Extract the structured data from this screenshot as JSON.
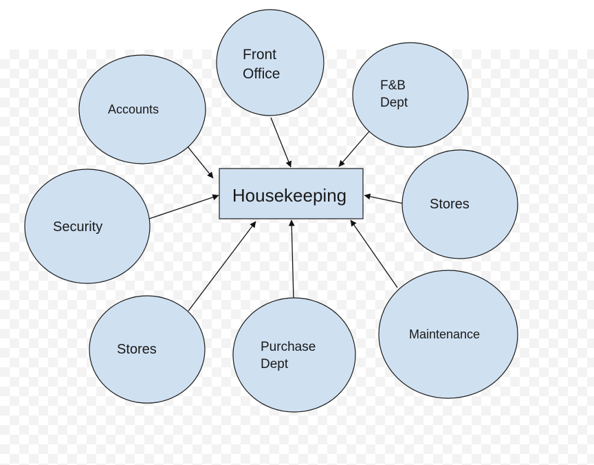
{
  "diagram": {
    "center": {
      "label": "Housekeeping"
    },
    "nodes": [
      {
        "id": "front-office",
        "lines": [
          "Front",
          "Office"
        ]
      },
      {
        "id": "fb-dept",
        "lines": [
          "F&B",
          "Dept"
        ]
      },
      {
        "id": "accounts",
        "lines": [
          "Accounts"
        ]
      },
      {
        "id": "stores-right",
        "lines": [
          "Stores"
        ]
      },
      {
        "id": "security",
        "lines": [
          "Security"
        ]
      },
      {
        "id": "stores-left",
        "lines": [
          "Stores"
        ]
      },
      {
        "id": "purchase-dept",
        "lines": [
          "Purchase",
          "Dept"
        ]
      },
      {
        "id": "maintenance",
        "lines": [
          "Maintenance"
        ]
      }
    ],
    "edges": [
      {
        "from": "accounts",
        "to": "housekeeping"
      },
      {
        "from": "front-office",
        "to": "housekeeping"
      },
      {
        "from": "fb-dept",
        "to": "housekeeping"
      },
      {
        "from": "stores-right",
        "to": "housekeeping"
      },
      {
        "from": "security",
        "to": "housekeeping"
      },
      {
        "from": "stores-left",
        "to": "housekeeping"
      },
      {
        "from": "purchase-dept",
        "to": "housekeeping"
      },
      {
        "from": "maintenance",
        "to": "housekeeping"
      }
    ]
  },
  "colors": {
    "node_fill": "#cfe0f1",
    "stroke": "#1a1a1a",
    "arrow": "#111111"
  }
}
